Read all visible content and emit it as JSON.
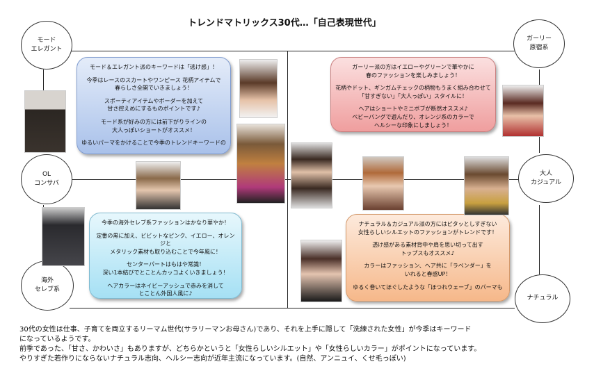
{
  "title": "トレンドマトリックス30代…「自己表現世代」",
  "labels": {
    "mode": "モード\nエレガント",
    "girly": "ガーリー\n原宿系",
    "ol": "OL\nコンサバ",
    "otona": "大人\nカジュアル",
    "celeb": "海外\nセレブ系",
    "natural": "ナチュラル"
  },
  "boxes": {
    "mode": [
      "モード＆エレガント派のキーワードは「逃け感」！",
      "今季はレースのスカートやワンピース 花柄アイテムで\n春らしさ全開でいきましょう！",
      "スポーティアイテムやボーダーを加えて\n甘さ控えめにするものポイントです♪",
      "モード系が好みの方には前下がりラインの\n大人っぽいショートがオススメ！",
      "ゆるいパーマをかけることで今季のトレンドキーワードの"
    ],
    "girly": [
      "ガーリー派の方はイエローやグリーンで華やかに\n春のファッションを楽しみましょう！",
      "花柄やドット、ギンガムチェックの柄物もうまく組み合わせて\n「甘すぎない」「大人っぽい」スタイルに！",
      "ヘアはショートやミニボブが断然オススメ♪\nベビーバングで遊んだり、オレンジ系のカラーで\nヘルシーな印象にしましょう！"
    ],
    "celeb": [
      "今季の海外セレブ系ファッションはかなり華やか！",
      "定番の黒に加え、ビビットなピンク、イエロー、オレンジと\nメタリック素材も取り込むことで今年風に！",
      "センターパートはもはや常識！\n深い1本結びでとことんカッコよくいきましょう！",
      "ヘアカラーはネイビーアッシュで赤みを消して\nとことん外国人風に♪"
    ],
    "natural": [
      "ナチュラル＆カジュアル派の方にはピタッとしすぎない\n女性らしいシルエットのファッションがトレンドです！",
      "透け感がある素材背中や肩を思い切って出す\nトップスもオススメ♪",
      "カラーはファッション、ヘア共に「ラベンダー」を\nいれると春感UP！",
      "ゆるく巻いてほぐしたような「ほつれウェーブ」のパーマも"
    ]
  },
  "footer": "30代の女性は仕事、子育てを両立するリーマム世代(サラリーマンお母さん)であり、それを上手に隠して「洗練された女性」が今季はキーワード\nになっているようです。\n前季であった、「甘さ、かわいさ」もありますが、どちらかというと「女性らしいシルエット」や「女性らしいカラー」がポイントになっています。\nやりすぎた若作りにならないナチュラル志向、ヘルシー志向が近年主流になっています。(自然、アンニュイ、くせ毛っぽい)"
}
